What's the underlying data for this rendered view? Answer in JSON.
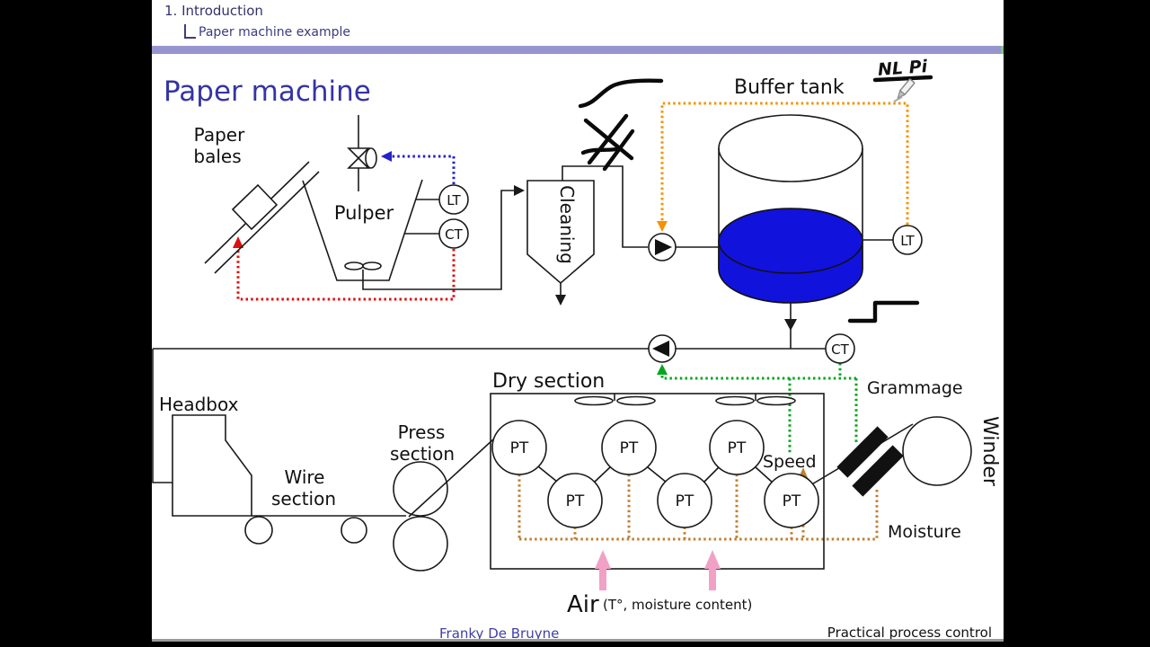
{
  "header": {
    "section": "1. Introduction",
    "subsection": "Paper machine example"
  },
  "slide": {
    "title": "Paper machine"
  },
  "footer": {
    "author": "Franky De Bruyne",
    "course": "Practical process control"
  },
  "labels": {
    "paper_bales": [
      "Paper",
      "bales"
    ],
    "pulper": "Pulper",
    "cleaning": "Cleaning",
    "buffer_tank": "Buffer tank",
    "headbox": "Headbox",
    "wire_section": [
      "Wire",
      "section"
    ],
    "press_section": [
      "Press",
      "section"
    ],
    "dry_section": "Dry section",
    "speed": "Speed",
    "grammage": "Grammage",
    "moisture": "Moisture",
    "winder": "Winder",
    "air": "Air",
    "air_detail": "(T°, moisture content)"
  },
  "instruments": {
    "level": "LT",
    "consistency": "CT",
    "temperature": "PT"
  },
  "annotations": {
    "handwriting": "NL Pi"
  },
  "colors": {
    "title_blue": "#3534a4",
    "header_text": "#32326b",
    "footer_author_blue": "#4140a6",
    "progress_bar_purple": "#9795d0",
    "progress_bar_green": "#7ec87e",
    "diagram_line": "#1a1a1a",
    "control_blue": "#2323cb",
    "control_red": "#dc1010",
    "control_orange": "#f59200",
    "control_green": "#05a51e",
    "control_tan": "#c07f35",
    "stock_blue": "#1212dd",
    "air_pink": "#f2a1c6",
    "handwriting_black": "#0a0a0a",
    "pencil_gray": "#8a8a8a"
  }
}
